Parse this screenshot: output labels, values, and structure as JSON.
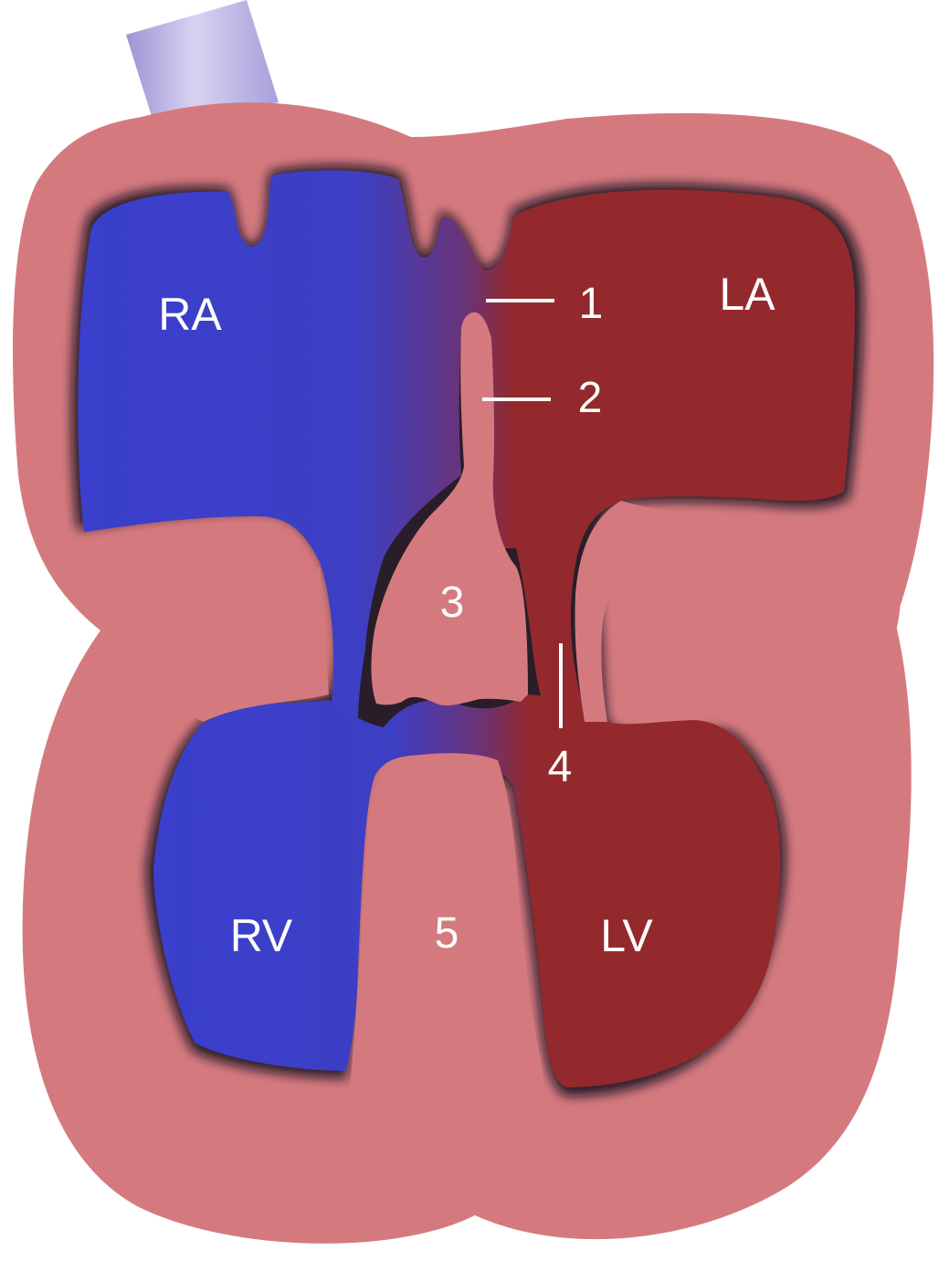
{
  "diagram": {
    "chambers": {
      "right_atrium": "RA",
      "left_atrium": "LA",
      "right_ventricle": "RV",
      "left_ventricle": "LV"
    },
    "numbered_labels": {
      "one": "1",
      "two": "2",
      "three": "3",
      "four": "4",
      "five": "5"
    }
  },
  "colors": {
    "background": "#ffffff",
    "heart_wall": "#d47a7f",
    "deoxygenated_blood": "#3a3fcc",
    "oxygenated_blood": "#93292c",
    "vessel": "#b8b0e0",
    "outline": "#1a1226",
    "label_text": "#ffffff"
  }
}
